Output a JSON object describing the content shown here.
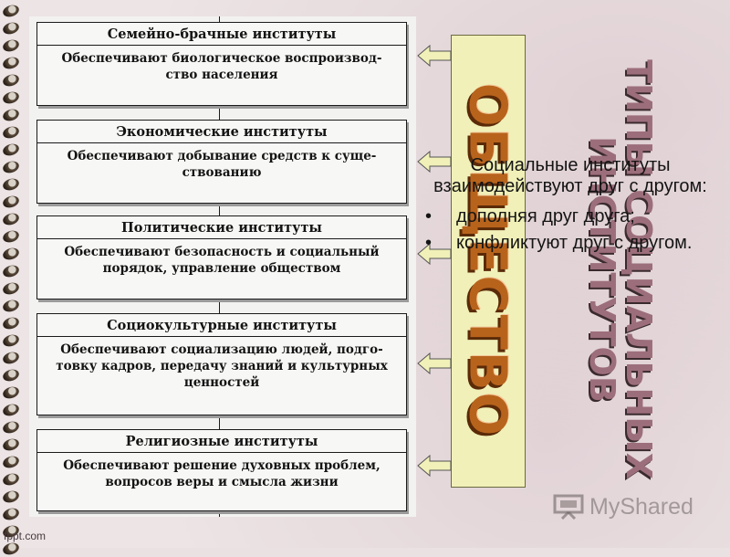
{
  "slide": {
    "institutions": [
      {
        "title": "Семейно-брачные институты",
        "description_lines": [
          "Обеспечивают биологическое воспроизвод-",
          "ство населения"
        ]
      },
      {
        "title": "Экономические институты",
        "description_lines": [
          "Обеспечивают добывание средств к суще-",
          "ствованию"
        ]
      },
      {
        "title": "Политические институты",
        "description_lines": [
          "Обеспечивают безопасность и социальный",
          "порядок, управление обществом"
        ]
      },
      {
        "title": "Социокультурные институты",
        "description_lines": [
          "Обеспечивают социализацию людей, подго-",
          "товку кадров, передачу знаний и культурных",
          "ценностей"
        ]
      },
      {
        "title": "Религиозные институты",
        "description_lines": [
          "Обеспечивают решение духовных проблем,",
          "вопросов веры и смысла жизни"
        ]
      }
    ],
    "society_label": "ОБЩЕСТВО",
    "heading_lines": [
      "ТИПЫ СОЦИАЛЬНЫХ",
      "ИНСТИТУТОВ"
    ],
    "intro": "Социальные институты взаимодействуют друг с другом:",
    "bullets": [
      "дополняя друг друга;",
      "конфликтуют друг с другом."
    ],
    "watermark": "fppt.com",
    "logo_text": "MyShared",
    "colors": {
      "society_bar": "#f0f0b8",
      "society_text": "#b8631c",
      "heading_text": "#9c6e7c",
      "background": "#ece4e5"
    },
    "icons": [
      "binder-ring-icon",
      "arrow-left-icon",
      "presentation-board-icon"
    ]
  }
}
